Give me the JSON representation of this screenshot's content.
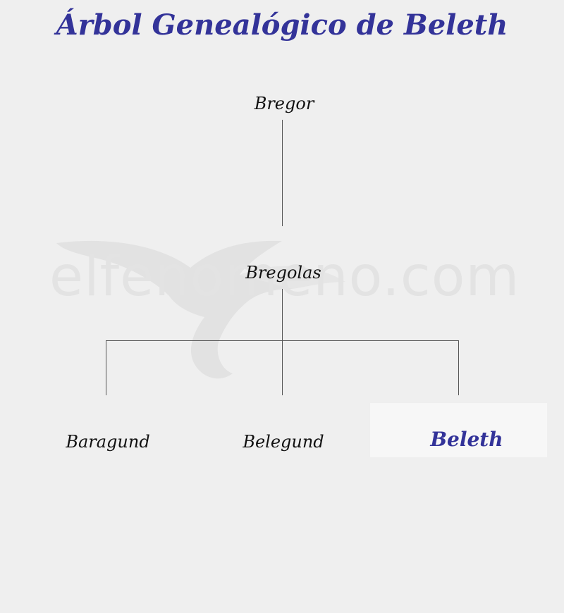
{
  "title": "Árbol Genealógico de Beleth",
  "watermark": "elfenomeno.com",
  "tree": {
    "root": "Bregor",
    "child": "Bregolas",
    "grandchildren": [
      "Baragund",
      "Belegund",
      "Beleth"
    ],
    "highlighted": "Beleth"
  },
  "colors": {
    "title": "#333399",
    "highlight_text": "#333399",
    "node_text": "#111111",
    "background": "#efefef",
    "highlight_bg": "#f7f7f7",
    "lines": "#555555"
  }
}
